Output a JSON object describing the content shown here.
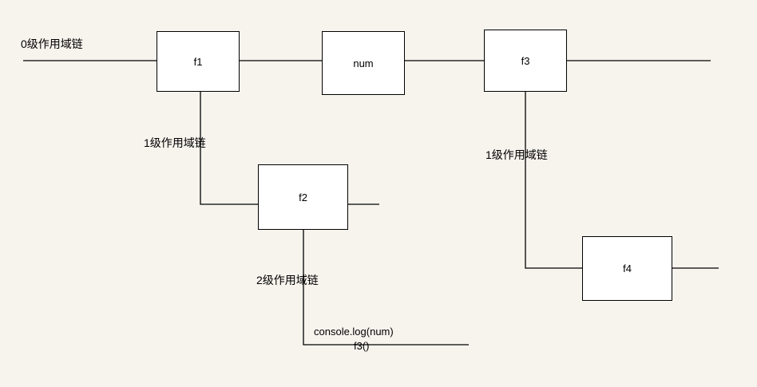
{
  "boxes": {
    "f1": "f1",
    "num": "num",
    "f3": "f3",
    "f2": "f2",
    "f4": "f4"
  },
  "labels": {
    "level0": "0级作用域链",
    "level1_left": "1级作用域链",
    "level1_right": "1级作用域链",
    "level2": "2级作用域链"
  },
  "code": {
    "line1": "console.log(num)",
    "line2": "f3()"
  }
}
